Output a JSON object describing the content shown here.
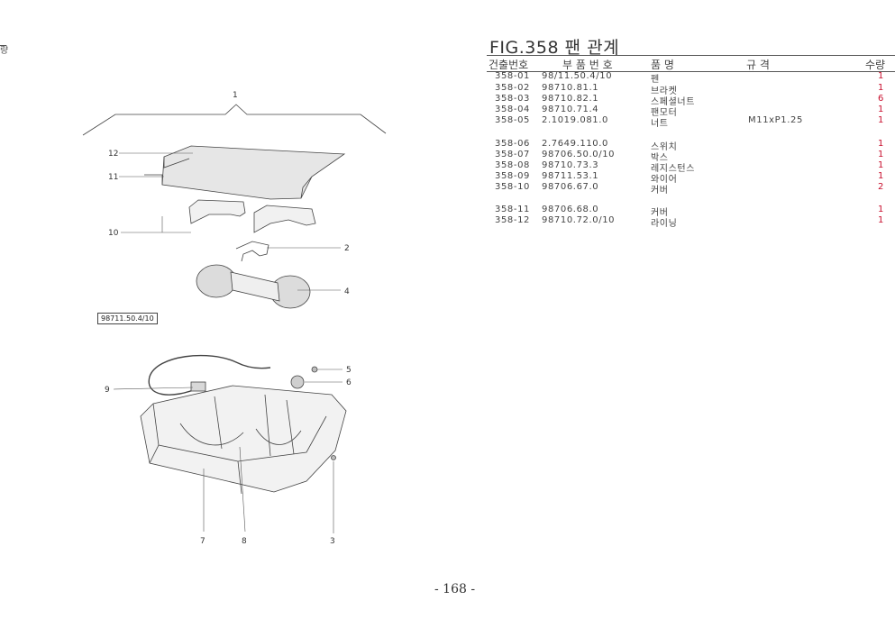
{
  "margin_mark": "량",
  "figure": {
    "title": "FIG.358 팬 관계",
    "reference_code": "98711.50.4/10",
    "callouts": {
      "c1": "1",
      "c2": "2",
      "c3": "3",
      "c4": "4",
      "c5": "5",
      "c6": "6",
      "c7": "7",
      "c8": "8",
      "c9": "9",
      "c10": "10",
      "c11": "11",
      "c12": "12"
    }
  },
  "table": {
    "headers": {
      "item_no": "건출번호",
      "part_no": "부 품 번 호",
      "name": "품  명",
      "spec": "규  격",
      "qty": "수량"
    },
    "rows": [
      {
        "no": "358-01",
        "part": "98/11.50.4/10",
        "name": "펜",
        "spec": "",
        "qty": "1"
      },
      {
        "no": "358-02",
        "part": "98710.81.1",
        "name": "브라켓",
        "spec": "",
        "qty": "1"
      },
      {
        "no": "358-03",
        "part": "98710.82.1",
        "name": "스페셜너트",
        "spec": "",
        "qty": "6"
      },
      {
        "no": "358-04",
        "part": "98710.71.4",
        "name": "팬모터",
        "spec": "",
        "qty": "1"
      },
      {
        "no": "358-05",
        "part": "2.1019.081.0",
        "name": "너트",
        "spec": "M11xP1.25",
        "qty": "1"
      },
      {
        "no": "358-06",
        "part": "2.7649.110.0",
        "name": "스위치",
        "spec": "",
        "qty": "1"
      },
      {
        "no": "358-07",
        "part": "98706.50.0/10",
        "name": "박스",
        "spec": "",
        "qty": "1"
      },
      {
        "no": "358-08",
        "part": "98710.73.3",
        "name": "레지스턴스",
        "spec": "",
        "qty": "1"
      },
      {
        "no": "358-09",
        "part": "98711.53.1",
        "name": "와이어",
        "spec": "",
        "qty": "1"
      },
      {
        "no": "358-10",
        "part": "98706.67.0",
        "name": "커버",
        "spec": "",
        "qty": "2"
      },
      {
        "no": "358-11",
        "part": "98706.68.0",
        "name": "커버",
        "spec": "",
        "qty": "1"
      },
      {
        "no": "358-12",
        "part": "98710.72.0/10",
        "name": "라이닝",
        "spec": "",
        "qty": "1"
      }
    ]
  },
  "page_number": "- 168 -",
  "colors": {
    "ink": "#333333",
    "qty_red": "#c8102e",
    "paper": "#ffffff"
  }
}
